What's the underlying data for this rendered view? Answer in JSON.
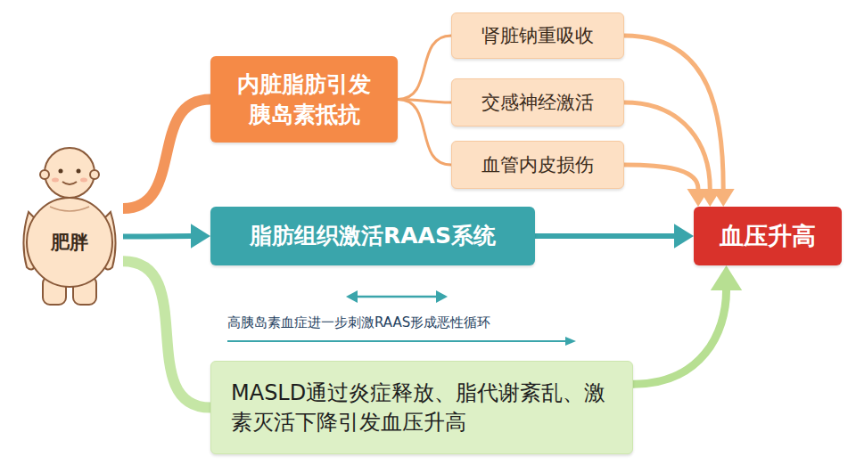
{
  "diagram": {
    "nodes": [
      {
        "text": [
          "肥胖"
        ]
      },
      {
        "text": [
          "内脏脂肪引发胰岛素抵抗"
        ]
      },
      {
        "text": [
          "肾脏钠重吸收"
        ]
      },
      {
        "text": [
          "交感神经激活"
        ]
      },
      {
        "text": [
          "血管内皮损伤"
        ]
      },
      {
        "text": [
          "脂肪组织激活RAAS系统"
        ]
      },
      {
        "text": [
          "MASLD通过炎症释放、脂代谢紊乱、激素灭活下降引发血压升高"
        ]
      },
      {
        "text": [
          "血压升高"
        ]
      }
    ],
    "edges": [
      {
        "from": 0,
        "to": 1,
        "arrow": "none"
      },
      {
        "from": 0,
        "to": 5,
        "arrow": "to"
      },
      {
        "from": 0,
        "to": 6,
        "arrow": "none"
      },
      {
        "from": 1,
        "to": 2,
        "arrow": "none"
      },
      {
        "from": 1,
        "to": 3,
        "arrow": "none"
      },
      {
        "from": 1,
        "to": 4,
        "arrow": "none"
      },
      {
        "from": 2,
        "to": 7,
        "arrow": "to"
      },
      {
        "from": 3,
        "to": 7,
        "arrow": "to"
      },
      {
        "from": 4,
        "to": 7,
        "arrow": "to"
      },
      {
        "from": 5,
        "to": 7,
        "arrow": "to"
      },
      {
        "from": 6,
        "to": 7,
        "arrow": "to"
      }
    ],
    "labels": [
      "高胰岛素血症进一步刺激RAAS形成恶性循环"
    ]
  }
}
